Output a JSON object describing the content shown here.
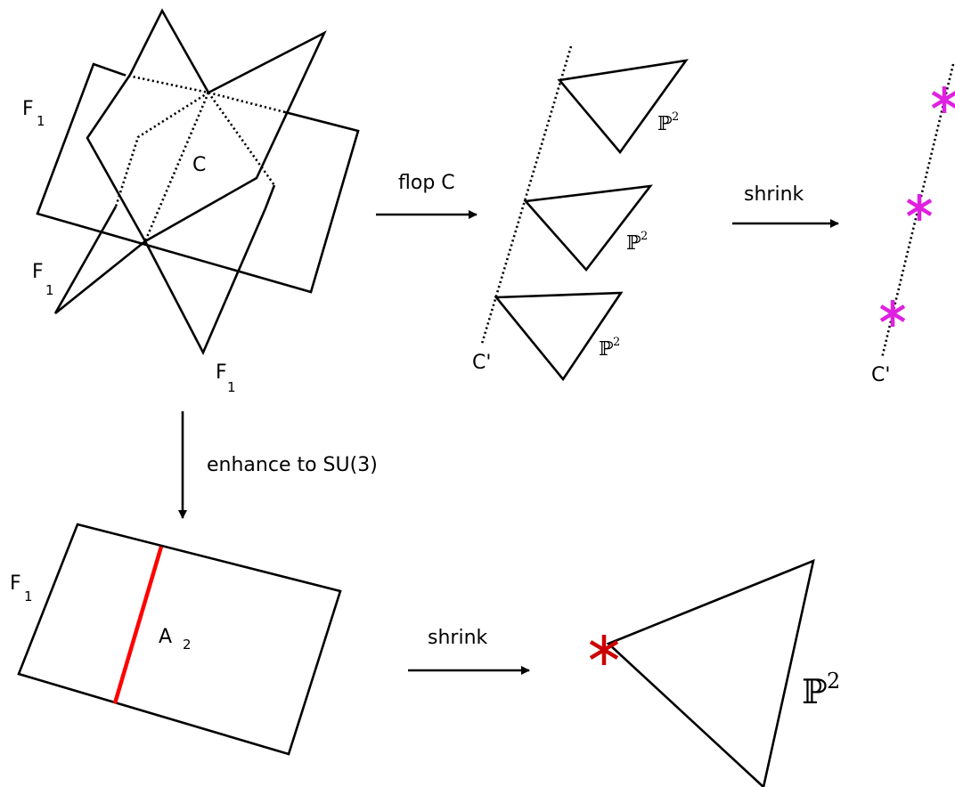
{
  "labels": {
    "f1_top_left": {
      "main": "F",
      "sub": "1"
    },
    "f1_mid_left": {
      "main": "F",
      "sub": "1"
    },
    "f1_bottom": {
      "main": "F",
      "sub": "1"
    },
    "f1_lower": {
      "main": "F",
      "sub": "1"
    },
    "curve_c": "C",
    "c_prime_middle": "C'",
    "c_prime_right": "C'",
    "a2": {
      "main": "A",
      "sub": "2"
    },
    "p2_top": {
      "main": "ℙ",
      "sup": "2"
    },
    "p2_mid": {
      "main": "ℙ",
      "sup": "2"
    },
    "p2_bot": {
      "main": "ℙ",
      "sup": "2"
    },
    "p2_large": {
      "main": "ℙ",
      "sup": "2"
    }
  },
  "arrows": {
    "flop": "flop C",
    "shrink_top": "shrink",
    "enhance": "enhance to SU(3)",
    "shrink_bottom": "shrink"
  },
  "colors": {
    "line": "#000000",
    "magenta_point": "#e020e0",
    "red_line": "#ff0000",
    "red_point": "#cc0000"
  }
}
